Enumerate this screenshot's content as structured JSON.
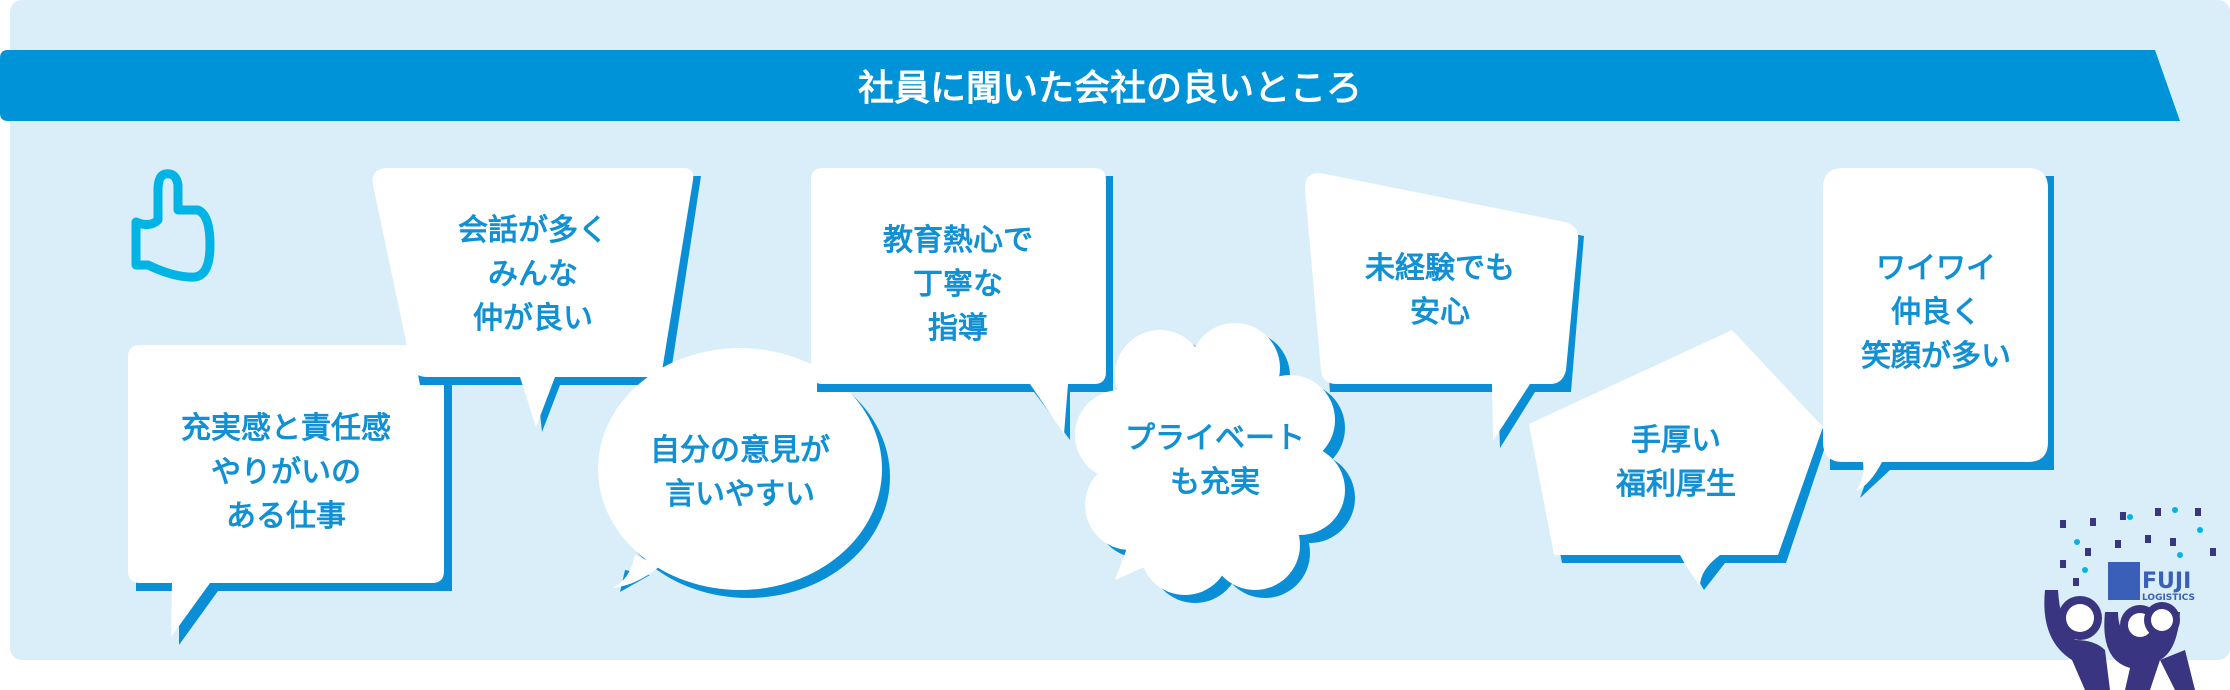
{
  "banner": {
    "title": "社員に聞いた会社の良いところ"
  },
  "bubbles": [
    {
      "lines": [
        "充実感と責任感",
        "やりがいの",
        "ある仕事"
      ]
    },
    {
      "lines": [
        "会話が多く",
        "みんな",
        "仲が良い"
      ]
    },
    {
      "lines": [
        "自分の意見が",
        "言いやすい"
      ]
    },
    {
      "lines": [
        "教育熱心で",
        "丁寧な",
        "指導"
      ]
    },
    {
      "lines": [
        "プライベート",
        "も充実"
      ]
    },
    {
      "lines": [
        "未経験でも",
        "安心"
      ]
    },
    {
      "lines": [
        "手厚い",
        "福利厚生"
      ]
    },
    {
      "lines": [
        "ワイワイ",
        "仲良く",
        "笑顔が多い"
      ]
    }
  ],
  "logo": {
    "name": "FUJI",
    "sub": "LOGISTICS"
  },
  "icons": {
    "thumb": "thumbs-up-icon"
  },
  "colors": {
    "background": "#d9eef9",
    "banner": "#0093d8",
    "text": "#1190d4",
    "shadow": "#0a8fd6",
    "navy": "#3a3580",
    "thumb": "#00b4e6"
  }
}
